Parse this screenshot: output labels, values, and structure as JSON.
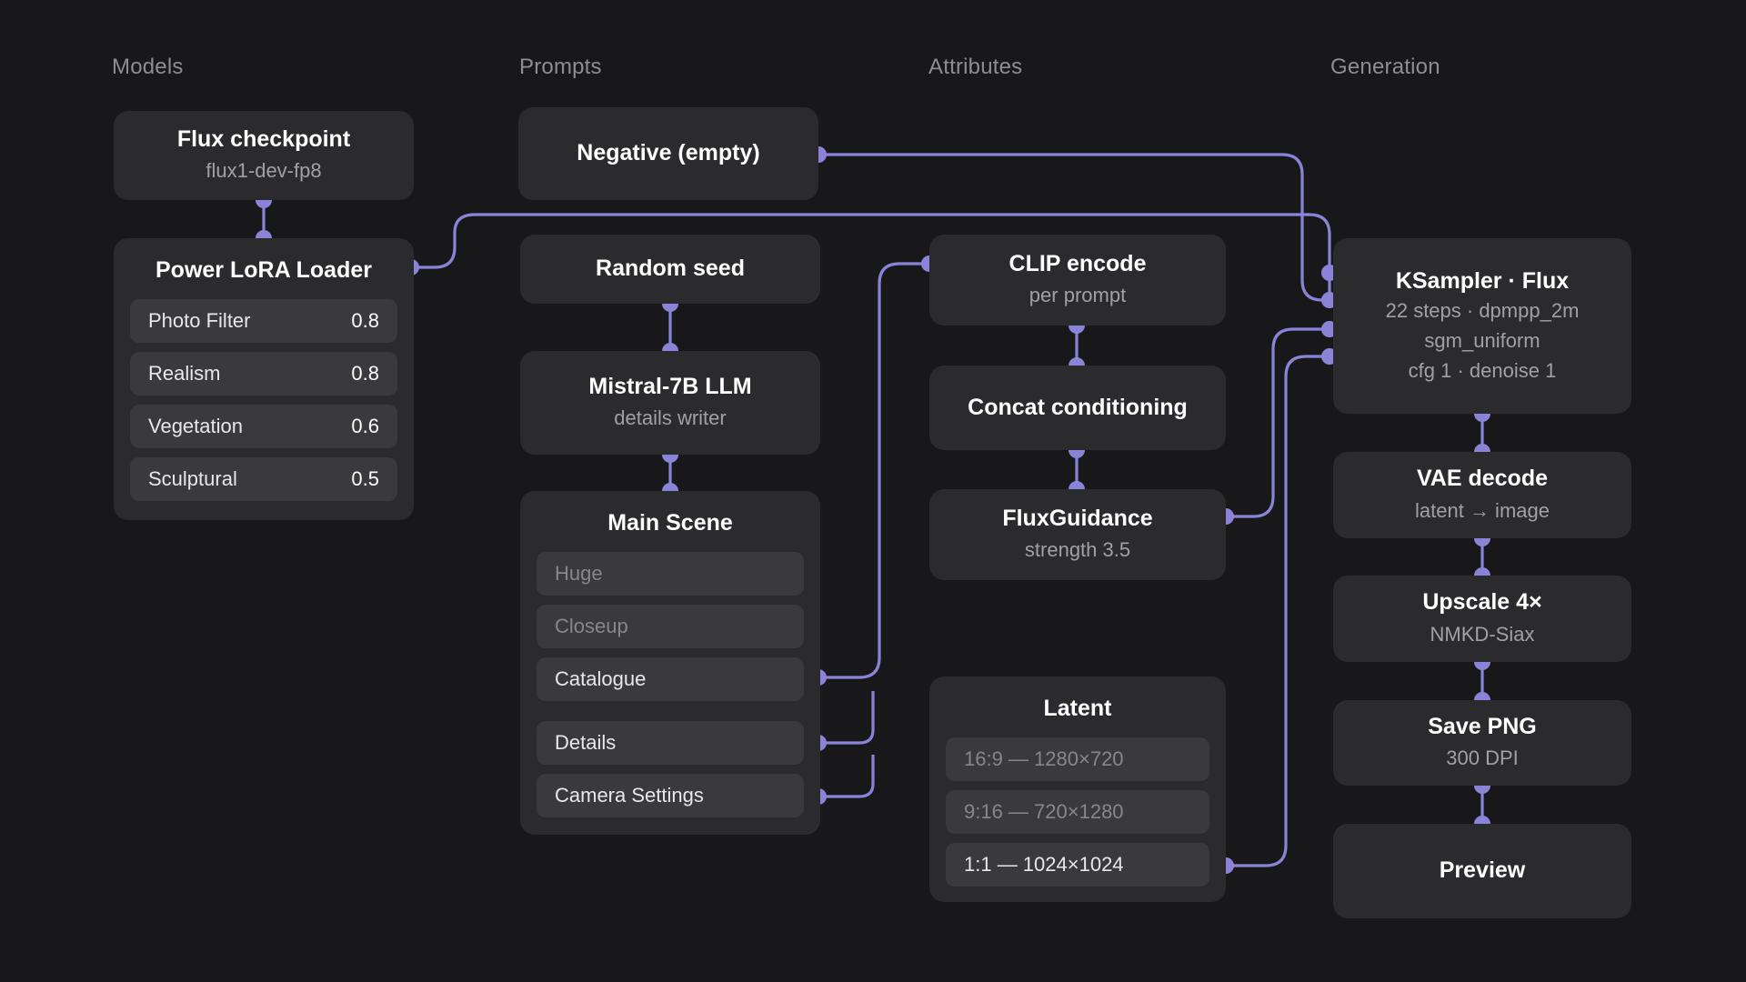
{
  "columns": [
    {
      "label": "Models"
    },
    {
      "label": "Prompts"
    },
    {
      "label": "Attributes"
    },
    {
      "label": "Generation"
    }
  ],
  "accent_color": "#8b83d8",
  "background_color": "#18181a",
  "node_color": "#2b2b2d",
  "nodes": {
    "flux_checkpoint": {
      "title": "Flux checkpoint",
      "subtitle": "flux1-dev-fp8"
    },
    "power_lora_loader": {
      "title": "Power LoRA Loader",
      "loras": [
        {
          "name": "Photo Filter",
          "strength": "0.8"
        },
        {
          "name": "Realism",
          "strength": "0.8"
        },
        {
          "name": "Vegetation",
          "strength": "0.6"
        },
        {
          "name": "Sculptural",
          "strength": "0.5"
        }
      ]
    },
    "negative": {
      "title": "Negative (empty)"
    },
    "random_seed": {
      "title": "Random seed"
    },
    "mistral_llm": {
      "title": "Mistral-7B LLM",
      "subtitle": "details writer"
    },
    "main_scene": {
      "title": "Main Scene",
      "items": [
        {
          "label": "Huge",
          "active": false
        },
        {
          "label": "Closeup",
          "active": false
        },
        {
          "label": "Catalogue",
          "active": true
        },
        {
          "label": "Details",
          "active": true
        },
        {
          "label": "Camera Settings",
          "active": true
        }
      ]
    },
    "clip_encode": {
      "title": "CLIP encode",
      "subtitle": "per prompt"
    },
    "concat_conditioning": {
      "title": "Concat conditioning"
    },
    "flux_guidance": {
      "title": "FluxGuidance",
      "subtitle": "strength 3.5"
    },
    "latent": {
      "title": "Latent",
      "items": [
        {
          "label": "16:9 — 1280×720",
          "active": false
        },
        {
          "label": "9:16 — 720×1280",
          "active": false
        },
        {
          "label": "1:1 — 1024×1024",
          "active": true
        }
      ]
    },
    "ksampler": {
      "title": "KSampler · Flux",
      "line1": "22 steps · dpmpp_2m",
      "line2": "sgm_uniform",
      "line3": "cfg 1 · denoise 1"
    },
    "vae_decode": {
      "title": "VAE decode",
      "subtitle": "latent → image"
    },
    "upscale": {
      "title": "Upscale 4×",
      "subtitle": "NMKD-Siax"
    },
    "save_png": {
      "title": "Save PNG",
      "subtitle": "300 DPI"
    },
    "preview": {
      "title": "Preview"
    }
  }
}
